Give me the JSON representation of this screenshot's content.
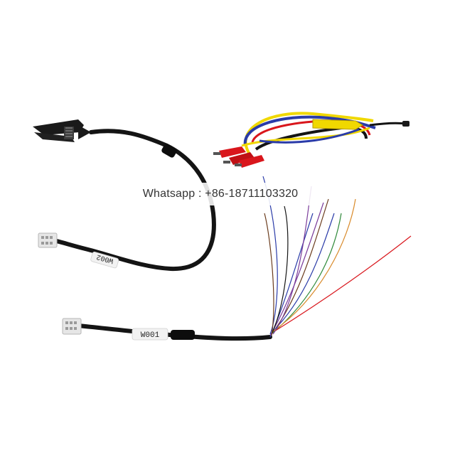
{
  "watermark": {
    "text": "Whatsapp : +86-18711103320"
  },
  "labels": {
    "cable_top": "W002",
    "cable_bottom": "W001"
  },
  "colors": {
    "background": "#ffffff",
    "cable": "#141414",
    "label_sleeve": "#f2f2f2",
    "connector": "#e6e6e6",
    "lead_red": "#d9161c",
    "lead_yellow": "#f0d800",
    "lead_blue": "#2a3ba8",
    "wire_orange": "#d98a2a",
    "wire_violet": "#7a3c9a",
    "wire_green": "#2f8a3a",
    "wire_brown": "#6a3b1c"
  }
}
